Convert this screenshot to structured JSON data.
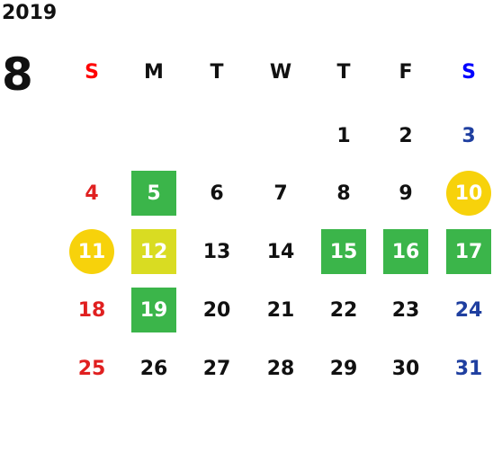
{
  "year": "2019",
  "month": "8",
  "colors": {
    "sunday": "#e02020",
    "saturday": "#1f3fa0",
    "weekday": "#111111",
    "sunday_header": "#ff0000",
    "saturday_header": "#0000ff",
    "green_highlight": "#3bb54a",
    "yellow_highlight": "#d9dc22",
    "gold_highlight": "#f7d20b"
  },
  "weekdays": [
    "S",
    "M",
    "T",
    "W",
    "T",
    "F",
    "S"
  ],
  "weeks": [
    [
      null,
      null,
      null,
      null,
      {
        "d": "1"
      },
      {
        "d": "2"
      },
      {
        "d": "3"
      }
    ],
    [
      {
        "d": "4"
      },
      {
        "d": "5",
        "hl": "green"
      },
      {
        "d": "6"
      },
      {
        "d": "7"
      },
      {
        "d": "8"
      },
      {
        "d": "9"
      },
      {
        "d": "10",
        "hl": "gold"
      }
    ],
    [
      {
        "d": "11",
        "hl": "gold"
      },
      {
        "d": "12",
        "hl": "yellow"
      },
      {
        "d": "13"
      },
      {
        "d": "14"
      },
      {
        "d": "15",
        "hl": "green"
      },
      {
        "d": "16",
        "hl": "green"
      },
      {
        "d": "17",
        "hl": "green"
      }
    ],
    [
      {
        "d": "18"
      },
      {
        "d": "19",
        "hl": "green"
      },
      {
        "d": "20"
      },
      {
        "d": "21"
      },
      {
        "d": "22"
      },
      {
        "d": "23"
      },
      {
        "d": "24"
      }
    ],
    [
      {
        "d": "25"
      },
      {
        "d": "26"
      },
      {
        "d": "27"
      },
      {
        "d": "28"
      },
      {
        "d": "29"
      },
      {
        "d": "30"
      },
      {
        "d": "31"
      }
    ]
  ]
}
